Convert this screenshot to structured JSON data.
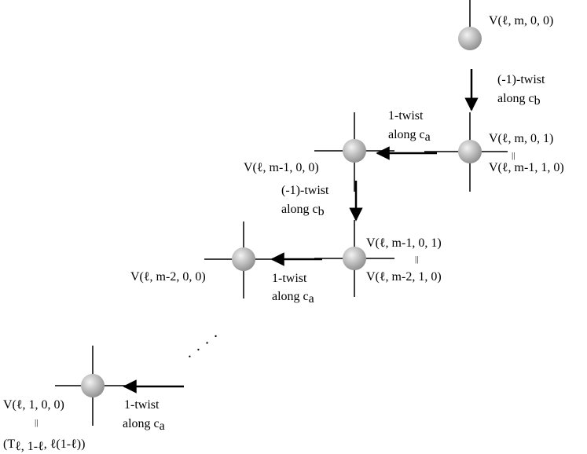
{
  "nodes": {
    "v1": {
      "label": "V(ℓ, m, 0, 0)"
    },
    "v2": {
      "label_top": "V(ℓ, m, 0, 1)",
      "label_bottom": "V(ℓ, m-1, 1, 0)"
    },
    "v3": {
      "label": "V(ℓ, m-1, 0, 0)"
    },
    "v4": {
      "label_top": "V(ℓ, m-1, 0, 1)",
      "label_bottom": "V(ℓ, m-2, 1, 0)"
    },
    "v5": {
      "label": "V(ℓ, m-2, 0, 0)"
    },
    "v6": {
      "label": "V(ℓ, 1, 0, 0)",
      "label_bottom_prefix": "(T",
      "label_bottom_sub": "ℓ, 1-ℓ",
      "label_bottom_suffix": ", ℓ(1-ℓ))"
    }
  },
  "equal_sign": "||",
  "ellipsis": ". . . .",
  "arrows": {
    "a1": {
      "line1": "(-1)-twist",
      "line2_prefix": "along c",
      "line2_sub": "b"
    },
    "a2": {
      "line1": "1-twist",
      "line2_prefix": "along c",
      "line2_sub": "a"
    },
    "a3": {
      "line1": "(-1)-twist",
      "line2_prefix": "along c",
      "line2_sub": "b"
    },
    "a4": {
      "line1": "1-twist",
      "line2_prefix": "along c",
      "line2_sub": "a"
    },
    "a5": {
      "line1": "1-twist",
      "line2_prefix": "along c",
      "line2_sub": "a"
    }
  },
  "colors": {
    "node_light": "#f2f2f2",
    "node_dark": "#8c8c8c",
    "line": "#000000"
  }
}
